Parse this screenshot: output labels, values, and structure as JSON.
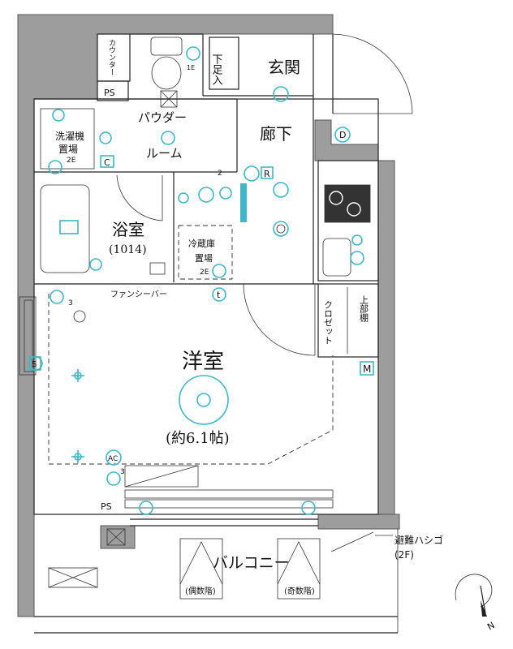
{
  "rooms": {
    "genkan": "玄関",
    "shoe_box": "下足入",
    "counter": "カウンター",
    "ps_top": "PS",
    "powder_1": "パウダー",
    "powder_2": "ルーム",
    "washer_1": "洗濯機",
    "washer_2": "置場",
    "corridor": "廊下",
    "bath": "浴室",
    "bath_size": "(1014)",
    "fridge_1": "冷蔵庫",
    "fridge_2": "置場",
    "closet": "クロゼット",
    "upper_shelf": "上部棚",
    "western": "洋室",
    "western_size": "(約6.1帖)",
    "fancy_bar": "ファンシーバー",
    "ps_bottom": "PS",
    "balcony": "バルコニー",
    "even_floor": "(偶数階)",
    "odd_floor": "(奇数階)",
    "ladder": "避難ハシゴ",
    "ladder_floor": "(2F)"
  },
  "symbols": {
    "c": "C",
    "r": "R",
    "m": "M",
    "d": "D",
    "ac": "AC",
    "s": "S",
    "t": "t",
    "n": "N",
    "num_2": "2",
    "num_3": "3",
    "num_2e": "2E",
    "num_1e": "1E"
  },
  "colors": {
    "equipment": "#3fb7c8",
    "wall": "#9d9d9d",
    "line": "#222222"
  }
}
